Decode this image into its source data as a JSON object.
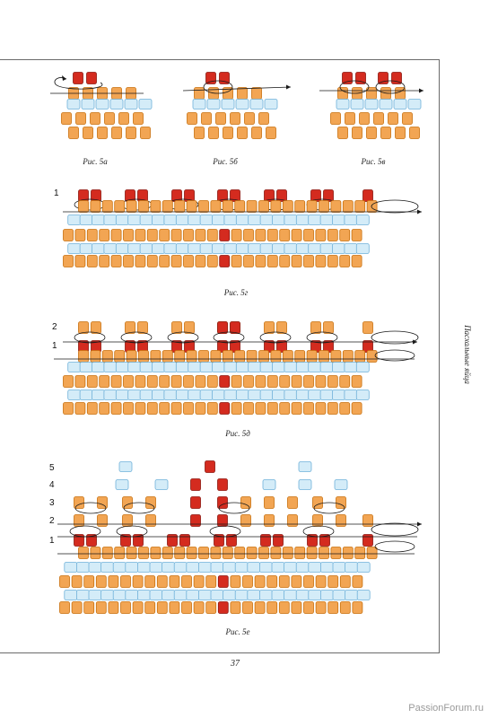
{
  "page": {
    "side_title": "Пасхальные яйца",
    "page_number": "37",
    "watermark": "PassionForum.ru"
  },
  "colors": {
    "red_bead": "#d42b1f",
    "orange_bead": "#f2a553",
    "blue_bead": "#d4ecf8",
    "bead_outline": "#c8700e",
    "blue_outline": "#6fb1d9",
    "thread": "#1a1a1a",
    "frame": "#6a6a6a"
  },
  "figures": [
    {
      "id": "5a",
      "caption": "Рис. 5а"
    },
    {
      "id": "5b",
      "caption": "Рис. 5б"
    },
    {
      "id": "5v",
      "caption": "Рис. 5в"
    },
    {
      "id": "5g",
      "caption": "Рис. 5г",
      "row_labels": [
        "1"
      ]
    },
    {
      "id": "5d",
      "caption": "Рис. 5д",
      "row_labels": [
        "2",
        "1"
      ]
    },
    {
      "id": "5e",
      "caption": "Рис. 5е",
      "row_labels": [
        "5",
        "4",
        "3",
        "2",
        "1"
      ]
    }
  ]
}
